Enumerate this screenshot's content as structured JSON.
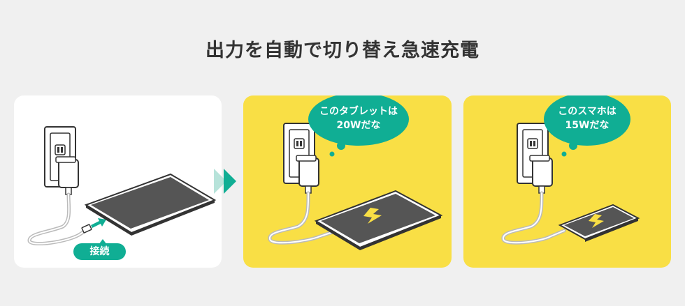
{
  "title": "出力を自動で切り替え急速充電",
  "panel1": {
    "badge_label": "接続"
  },
  "panel2": {
    "bubble_line1": "このタブレットは",
    "bubble_line2": "20Wだな"
  },
  "panel3": {
    "bubble_line1": "このスマホは",
    "bubble_line2": "15Wだな"
  },
  "colors": {
    "accent": "#10ae94",
    "panel_yellow": "#f9df45",
    "background": "#f0f0f0"
  },
  "icons": [
    "outlet-icon",
    "charger-icon",
    "tablet-icon",
    "smartphone-icon",
    "lightning-icon",
    "next-arrow-icon"
  ]
}
